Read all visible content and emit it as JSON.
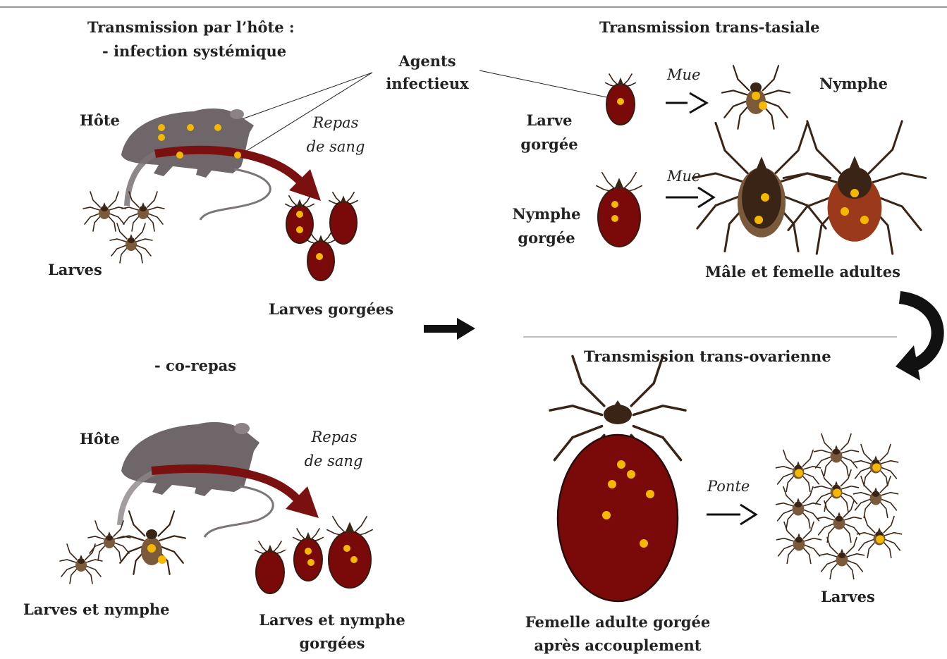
{
  "colors": {
    "tick_body": "#7a0a0a",
    "tick_dark": "#3a2416",
    "tick_brown": "#7b5a3c",
    "agent_dot": "#f5b800",
    "host_gray": "#6e6668",
    "arrow_red": "#7a1010"
  },
  "labels": {
    "systemic_title_1": "Transmission par l’hôte :",
    "systemic_title_2": "- infection systémique",
    "agents_1": "Agents",
    "agents_2": "infectieux",
    "host_top": "Hôte",
    "blood_meal_top_1": "Repas",
    "blood_meal_top_2": "de sang",
    "larvae_top": "Larves",
    "engorged_larvae_top": "Larves gorgées",
    "transstadial_title": "Transmission trans-tasiale",
    "moult_1": "Mue",
    "moult_2": "Mue",
    "nymph": "Nymphe",
    "engorged_larva_1": "Larve",
    "engorged_larva_2": "gorgée",
    "engorged_nymph_1": "Nymphe",
    "engorged_nymph_2": "gorgée",
    "adults": "Mâle et femelle adultes",
    "cofeeding": "- co-repas",
    "host_bottom": "Hôte",
    "blood_meal_bottom_1": "Repas",
    "blood_meal_bottom_2": "de sang",
    "larvae_nymph": "Larves et nymphe",
    "engorged_larvae_nymph_1": "Larves et nymphe",
    "engorged_larvae_nymph_2": "gorgées",
    "transovarial_title": "Transmission trans-ovarienne",
    "egg_laying": "Ponte",
    "engorged_female_1": "Femelle adulte gorgée",
    "engorged_female_2": "après accouplement",
    "larvae_bottom": "Larves"
  }
}
